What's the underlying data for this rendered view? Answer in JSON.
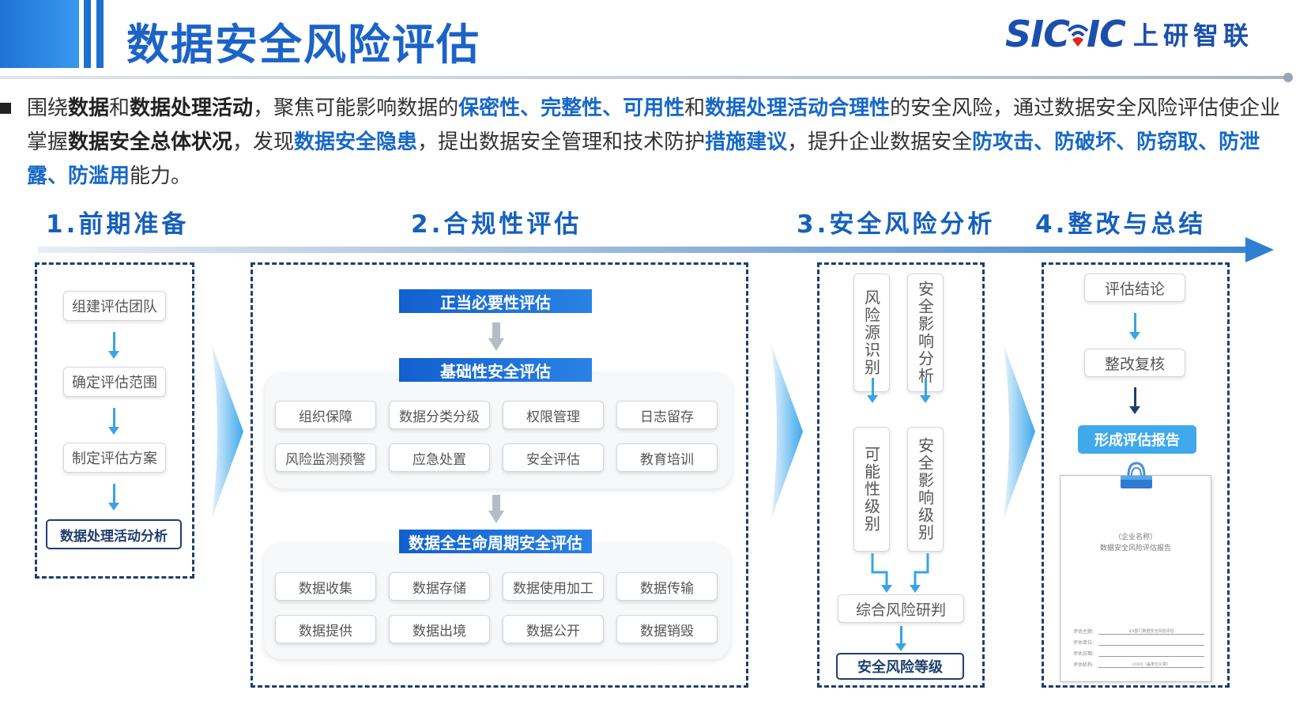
{
  "header": {
    "title": "数据安全风险评估",
    "logo_mark_left": "SIC",
    "logo_mark_right": "IC",
    "logo_cn": "上研智联"
  },
  "intro": {
    "t1": "围绕",
    "b1": "数据",
    "t2": "和",
    "b2": "数据处理活动",
    "t3": "，聚焦可能影响数据的",
    "h1": "保密性、完整性、可用性",
    "t4": "和",
    "h2": "数据处理活动合理性",
    "t5": "的安全风险，通过数据安全风险评估使企业掌握",
    "b3": "数据安全总体状况",
    "t6": "，发现",
    "h3": "数据安全隐患",
    "t7": "，提出数据安全管理和技术防护",
    "h4": "措施建议",
    "t8": "，提升企业数据安全",
    "h5": "防攻击、防破坏、防窃取、防泄露、防滥用",
    "t9": "能力。"
  },
  "stages": {
    "s1": "1.前期准备",
    "s2": "2.合规性评估",
    "s3": "3.安全风险分析",
    "s4": "4.整改与总结"
  },
  "prep": {
    "step1": "组建评估团队",
    "step2": "确定评估范围",
    "step3": "制定评估方案",
    "step4": "数据处理活动分析"
  },
  "compliance": {
    "band1": "正当必要性评估",
    "band2": "基础性安全评估",
    "band3": "数据全生命周期安全评估",
    "basic": [
      "组织保障",
      "数据分类分级",
      "权限管理",
      "日志留存",
      "风险监测预警",
      "应急处置",
      "安全评估",
      "教育培训"
    ],
    "lifecycle": [
      "数据收集",
      "数据存储",
      "数据使用加工",
      "数据传输",
      "数据提供",
      "数据出境",
      "数据公开",
      "数据销毁"
    ]
  },
  "risk": {
    "v1": "风险源识别",
    "v2": "安全影响分析",
    "v3": "可能性级别",
    "v4": "安全影响级别",
    "combined": "综合风险研判",
    "level": "安全风险等级"
  },
  "summary": {
    "conclusion": "评估结论",
    "review": "整改复核",
    "report": "形成评估报告",
    "doc": {
      "company": "（企业名称）",
      "doc_title": "数据安全风险评估报告",
      "row1_label": "评估主题:",
      "row1_value": "XX部门数据安全风险评估",
      "row2_label": "评估单位:",
      "row3_label": "评估日期:",
      "row4_label": "评估机构:",
      "row4_value": "20XX（盖单位公章）"
    }
  },
  "colors": {
    "title_blue": "#1b63c8",
    "band_blue": "#1668d8",
    "accent_light_blue": "#3fa9ec",
    "panel_border": "#1f3f6d"
  }
}
